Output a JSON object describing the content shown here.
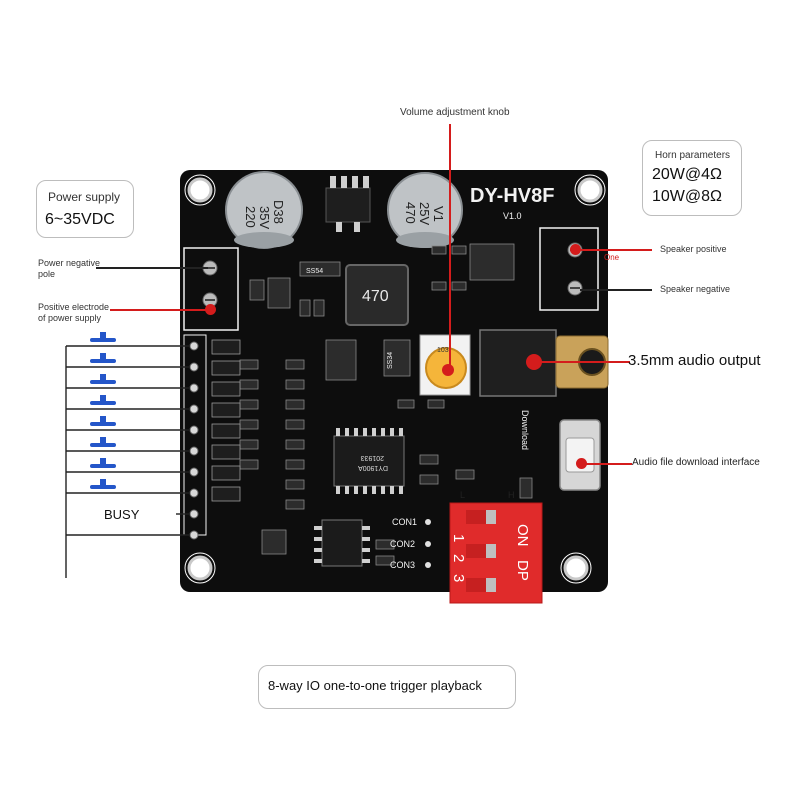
{
  "board": {
    "model": "DY-HV8F",
    "version": "V1.0",
    "inductor": "470",
    "cap_left": [
      "220",
      "35V",
      "D38"
    ],
    "cap_right": [
      "470",
      "25V",
      "V1"
    ],
    "chip": "DY1900A",
    "chip_code": "201933",
    "download_silk": "Download",
    "con_labels": [
      "CON1",
      "CON2",
      "CON3"
    ],
    "dip_on": "ON",
    "dip_dp": "DP",
    "dip_numbers": [
      "1",
      "2",
      "3"
    ],
    "dip_l": "L",
    "dip_h": "H",
    "busy": "BUSY",
    "diode_a": "SS54",
    "diode_b": "SS34",
    "knob_code": "103"
  },
  "callouts": {
    "volume_knob": "Volume adjustment knob",
    "horn_title": "Horn parameters",
    "horn_line1": "20W@4Ω",
    "horn_line2": "10W@8Ω",
    "power_title": "Power supply",
    "power_range": "6~35VDC",
    "power_negative": "Power negative\npole",
    "positive_electrode": "Positive electrode\nof power supply",
    "speaker_positive": "Speaker positive",
    "speaker_one": "One",
    "speaker_negative": "Speaker negative",
    "audio_output": "3.5mm audio output",
    "download_interface": "Audio file download interface",
    "bottom_caption": "8-way IO one-to-one trigger playback"
  },
  "colors": {
    "pcb": "#0d0d0d",
    "dip_switch": "#e02b2b",
    "callout_red": "#d41c1c",
    "knob": "#f5b53a",
    "button_blue": "#2456c9"
  }
}
